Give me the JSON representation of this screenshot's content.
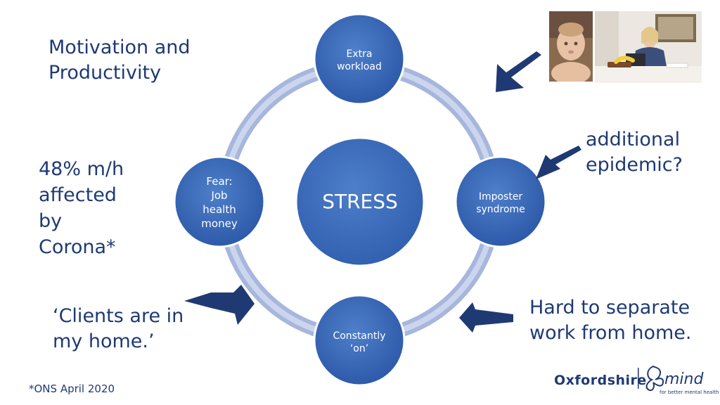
{
  "diagram": {
    "center": "STRESS",
    "nodes": {
      "top": [
        "Extra",
        "workload"
      ],
      "right": [
        "Imposter",
        "syndrome"
      ],
      "bottom": [
        "Constantly",
        "‘on’"
      ],
      "left": [
        "Fear:",
        "Job",
        "health",
        "money"
      ]
    }
  },
  "annotations": {
    "motivation": [
      "Motivation and",
      "Productivity"
    ],
    "stat": [
      "48% m/h",
      "affected",
      "by",
      "Corona*"
    ],
    "clients": [
      "‘Clients are in",
      "my home.’"
    ],
    "epidemic": [
      "additional",
      "epidemic?"
    ],
    "separate": [
      "Hard to separate",
      "work from home."
    ],
    "footnote": "*ONS April 2020"
  },
  "logo": {
    "left": "Oxfordshire",
    "right": "mind",
    "tagline": "for better mental health"
  },
  "colors": {
    "text": "#1f3a73",
    "node": "#3563b0",
    "ring": "#b8c4e3",
    "arrow": "#1f3a73"
  }
}
